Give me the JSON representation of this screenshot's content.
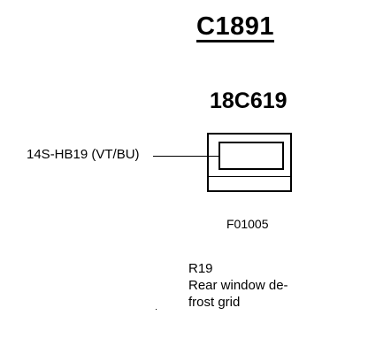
{
  "connector": {
    "id": "C1891",
    "part_number": "18C619"
  },
  "wire": {
    "label": "14S-HB19 (VT/BU)"
  },
  "figure_code": "F01005",
  "component": {
    "ref": "R19",
    "description_line1": "Rear window de-",
    "description_line2": "frost grid"
  }
}
